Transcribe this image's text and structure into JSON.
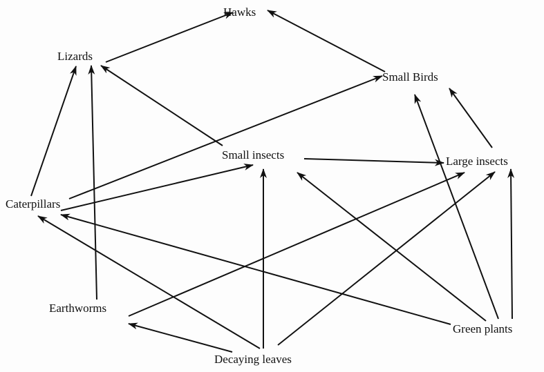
{
  "nodes": {
    "hawks": "Hawks",
    "lizards": "Lizards",
    "small_birds": "Small Birds",
    "small_insects": "Small insects",
    "large_insects": "Large insects",
    "caterpillars": "Caterpillars",
    "earthworms": "Earthworms",
    "green_plants": "Green plants",
    "decaying_leaves": "Decaying leaves"
  },
  "edges": [
    {
      "from": "lizards",
      "to": "hawks"
    },
    {
      "from": "small_birds",
      "to": "hawks"
    },
    {
      "from": "caterpillars",
      "to": "lizards"
    },
    {
      "from": "earthworms",
      "to": "lizards"
    },
    {
      "from": "small_insects",
      "to": "lizards"
    },
    {
      "from": "caterpillars",
      "to": "small_birds"
    },
    {
      "from": "caterpillars",
      "to": "small_insects"
    },
    {
      "from": "small_insects",
      "to": "large_insects"
    },
    {
      "from": "large_insects",
      "to": "small_birds"
    },
    {
      "from": "green_plants",
      "to": "small_birds"
    },
    {
      "from": "green_plants",
      "to": "large_insects"
    },
    {
      "from": "green_plants",
      "to": "small_insects"
    },
    {
      "from": "green_plants",
      "to": "caterpillars"
    },
    {
      "from": "decaying_leaves",
      "to": "caterpillars"
    },
    {
      "from": "decaying_leaves",
      "to": "small_insects"
    },
    {
      "from": "decaying_leaves",
      "to": "large_insects"
    },
    {
      "from": "decaying_leaves",
      "to": "earthworms"
    },
    {
      "from": "earthworms",
      "to": "large_insects"
    }
  ]
}
